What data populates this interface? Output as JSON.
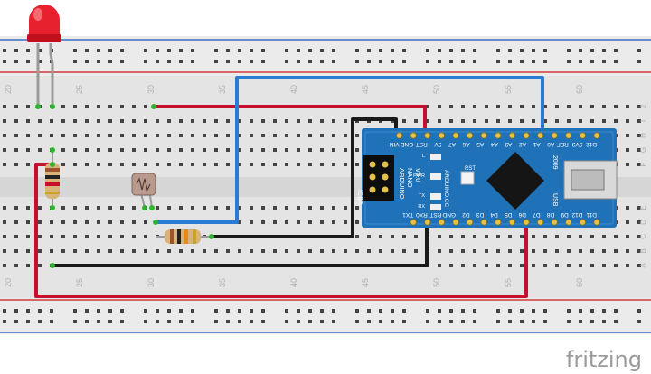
{
  "watermark": "fritzing",
  "breadboard": {
    "column_labels_top": [
      "20",
      "25",
      "30",
      "35",
      "40",
      "45",
      "50",
      "55",
      "60"
    ],
    "column_labels_bottom": [
      "20",
      "25",
      "30",
      "35",
      "40",
      "45",
      "50",
      "55",
      "60"
    ],
    "row_labels_right": [
      "J",
      "I",
      "H",
      "G",
      "F",
      "E",
      "D",
      "C",
      "B",
      "A"
    ]
  },
  "arduino": {
    "model_line1": "ARDUINO",
    "model_line2": "NANO",
    "model_line3": "V3.0",
    "brand": "ARDUINO.CC",
    "year": "2009",
    "usb_label": "USB",
    "icsp_label": "ICSP",
    "led_labels": [
      "L",
      "PWR",
      "TX",
      "RX"
    ],
    "reset_label": "RST",
    "top_pins": [
      "D12",
      "3V3",
      "REF",
      "A0",
      "A1",
      "A2",
      "A3",
      "A4",
      "A5",
      "A6",
      "A7",
      "5V",
      "RST",
      "GND",
      "VIN"
    ],
    "bottom_pins": [
      "D11",
      "D12",
      "D9",
      "D8",
      "D7",
      "D6",
      "D5",
      "D4",
      "D3",
      "D2",
      "GND",
      "RST",
      "RX0",
      "TX1"
    ]
  },
  "colors": {
    "wire_red": "#c8102e",
    "wire_blue": "#2a7bd4",
    "wire_black": "#1a1a1a",
    "board_blue": "#1f72b8",
    "led_red": "#e8212f",
    "rail_red": "#d13c3c",
    "rail_blue": "#3a6ec4"
  },
  "components": [
    "led",
    "resistor-vertical",
    "photoresistor",
    "resistor-horizontal",
    "arduino-nano"
  ]
}
